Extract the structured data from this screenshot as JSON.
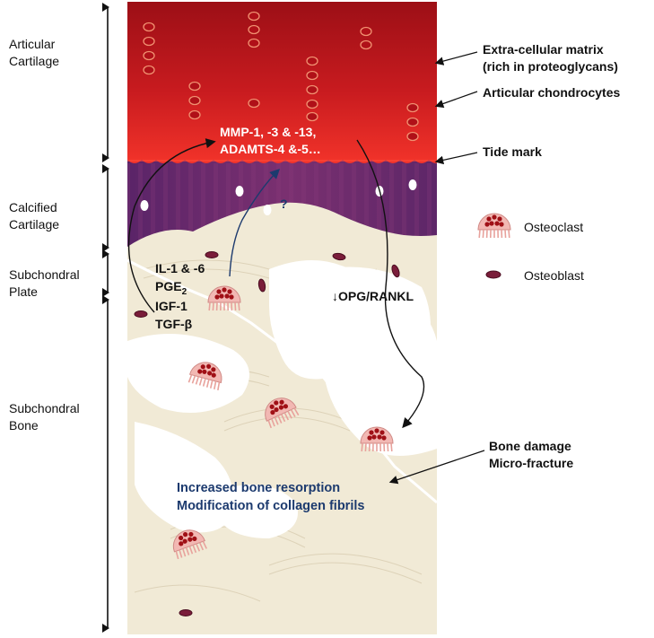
{
  "zones": {
    "articular_cartilage": "Articular\nCartilage",
    "calcified_cartilage": "Calcified\nCartilage",
    "subchondral_plate": "Subchondral\nPlate",
    "subchondral_bone": "Subchondral\nBone"
  },
  "callouts": {
    "ecm": "Extra-cellular matrix\n(rich in proteoglycans)",
    "chondrocytes": "Articular chondrocytes",
    "tide_mark": "Tide mark",
    "bone_damage": "Bone damage\nMicro-fracture"
  },
  "legend": {
    "osteoclast": "Osteoclast",
    "osteoblast": "Osteoblast"
  },
  "mediators": {
    "mmp": "MMP-1, -3 & -13,\nADAMTS-4 &-5…",
    "il1": "IL-1 & -6",
    "pge_base": "PGE",
    "pge_sub": "2",
    "igf": "IGF-1",
    "tgf": "TGF-β",
    "question": "?",
    "opg": "↓OPG/RANKL"
  },
  "effects": {
    "line1": "Increased bone resorption",
    "line2": "Modification of collagen fibrils"
  },
  "colors": {
    "cartilage_top": "#b8141c",
    "cartilage_bottom": "#ee2a22",
    "calcified": "#6a2a6e",
    "bone": "#f1ead6",
    "navy_text": "#1c3a6e",
    "osteoclast": "#f0b3b0"
  }
}
